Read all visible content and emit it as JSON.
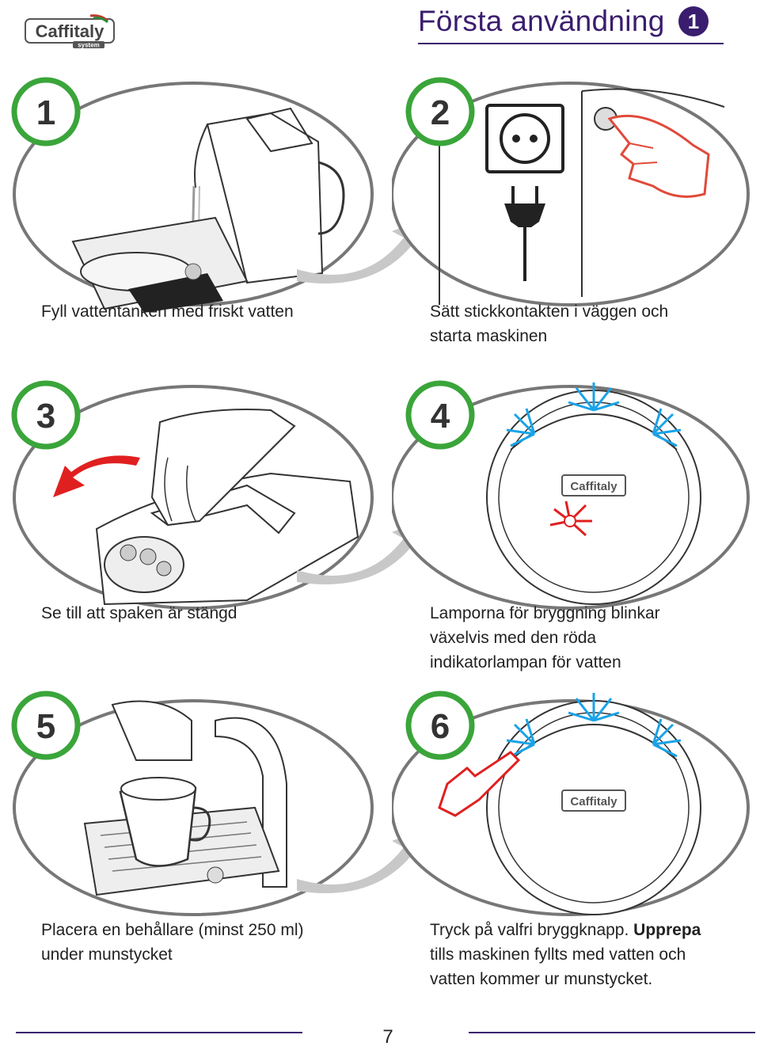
{
  "header": {
    "title": "Första användning",
    "section_number": "1",
    "brand": "Caffitaly",
    "brand_sub": "system"
  },
  "steps": [
    {
      "number": "1",
      "caption_lines": [
        "Fyll vattentanken med friskt vatten"
      ]
    },
    {
      "number": "2",
      "caption_lines": [
        "Sätt stickkontakten i väggen och",
        "starta maskinen"
      ]
    },
    {
      "number": "3",
      "caption_lines": [
        "Se till att spaken är stängd"
      ]
    },
    {
      "number": "4",
      "caption_lines": [
        "Lamporna för bryggning blinkar",
        "växelvis med den röda",
        "indikatorlampan för vatten"
      ]
    },
    {
      "number": "5",
      "caption_lines": [
        "Placera en behållare (minst 250 ml)",
        "under munstycket"
      ]
    },
    {
      "number": "6",
      "caption_plain": "Tryck på valfri bryggknapp. ",
      "caption_bold": "Upprepa",
      "caption_lines": [
        "tills maskinen fyllts med vatten och",
        "vatten kommer ur munstycket."
      ]
    }
  ],
  "footer": {
    "page_number": "7"
  },
  "colors": {
    "accent": "#3a1d6e",
    "step_ring": "#3aa53a",
    "blink_blue": "#1aa3e8",
    "blink_red": "#e02020"
  }
}
